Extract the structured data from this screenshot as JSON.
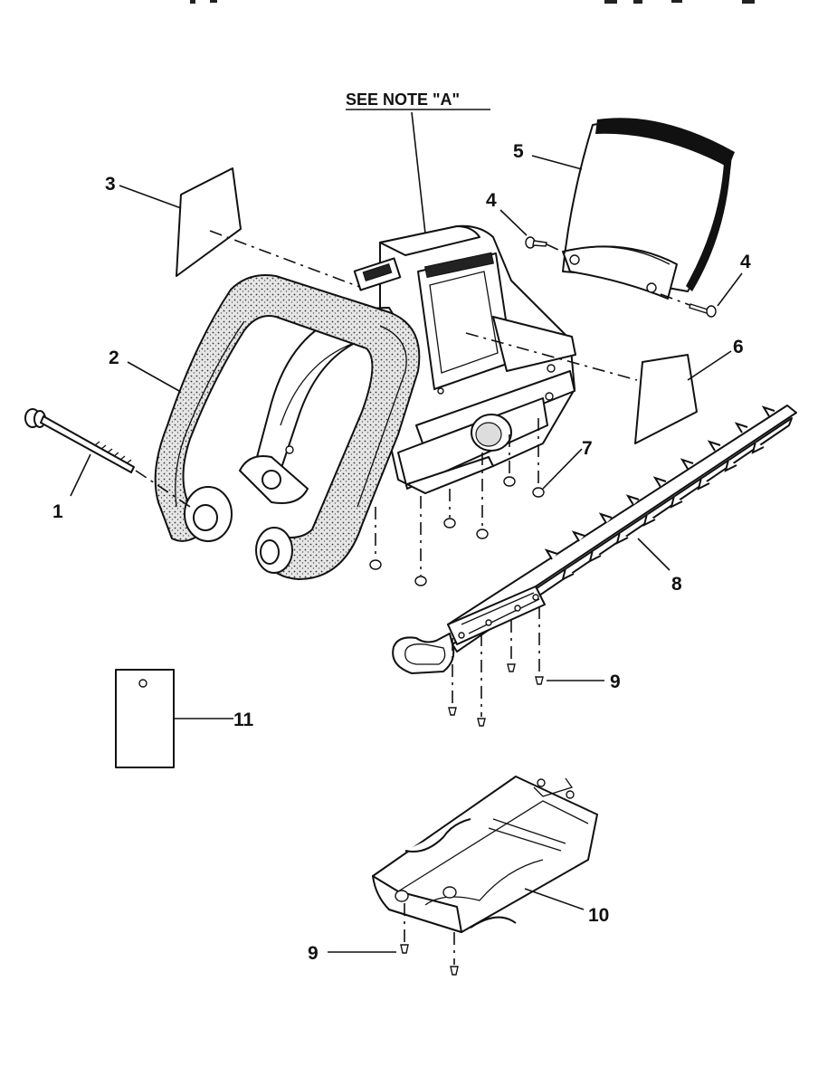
{
  "note_label": "SEE NOTE \"A\"",
  "callouts": {
    "c1": "1",
    "c2": "2",
    "c3": "3",
    "c4a": "4",
    "c4b": "4",
    "c5": "5",
    "c6": "6",
    "c7": "7",
    "c8": "8",
    "c9a": "9",
    "c9b": "9",
    "c10": "10",
    "c11": "11"
  }
}
